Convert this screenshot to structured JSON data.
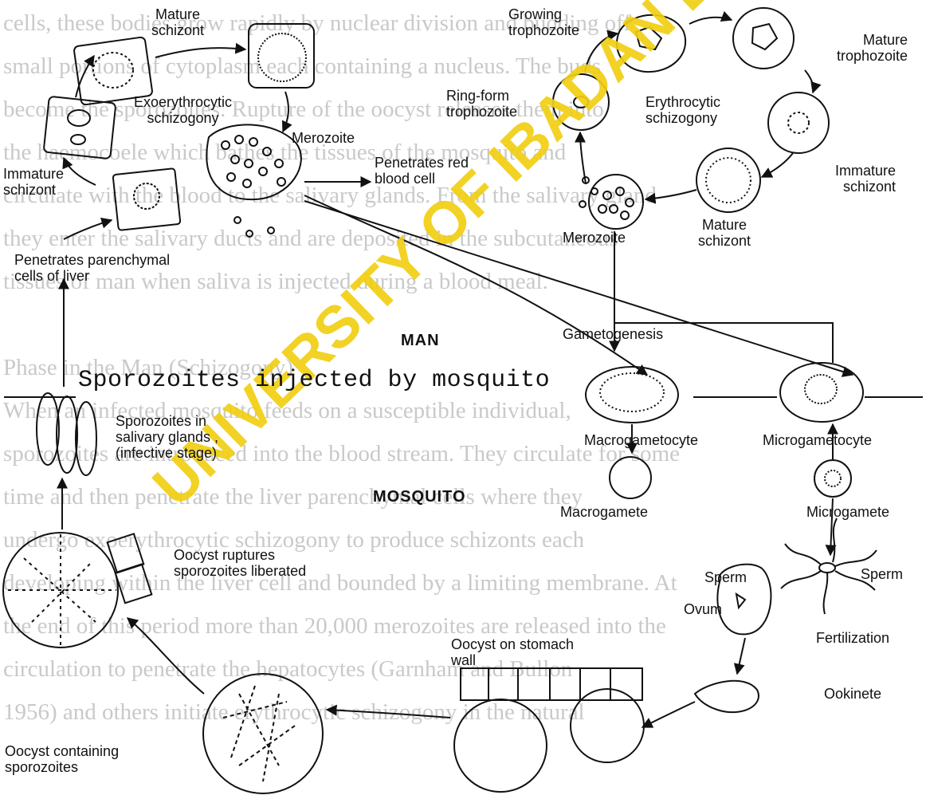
{
  "background_lines": [
    "cells, these bodies grow rapidly by nuclear division and budding off",
    "small portions of cytoplasm each containing a nucleus. The buds",
    "become the sporozoites. Rupture of the oocyst releases them into",
    "the haemocoele which bathes the tissues of the mosquito and",
    "circulate with the blood to the salivary glands. From the salivary gland",
    "they enter the salivary ducts and are deposited in the subcutaneous",
    "tissues of man when saliva is injected during a blood meal.",
    "",
    "Phase in the Man (Schizogony)",
    "When an infected mosquito feeds on a susceptible individual,",
    "sporozoites are introduced into the blood stream. They circulate for some",
    "time and then penetrate the liver parenchymal cells where they",
    "undergo exoerythrocytic schizogony to produce schizonts each",
    "developing within the liver cell and bounded by a limiting membrane. At",
    "the end of this period more than 20,000 merozoites are released into the",
    "circulation to penetrate the hepatocytes (Garnham and Bullon",
    "1956) and others initiate erythrocytic schizogony in the natural"
  ],
  "watermark": "UNIVERSITY OF IBADAN LIBRARY",
  "regions": {
    "man": "MAN",
    "mosquito": "MOSQUITO"
  },
  "divider_text": "Sporozoites injected by mosquito",
  "labels": {
    "mature_schizont_top": "Mature\nschizont",
    "exoerythrocytic": "Exoerythrocytic\nschizogony",
    "merozoite_left": "Merozoite",
    "immature_schizont_left": "Immature\nschizont",
    "penetrates_red": "Penetrates red\nblood cell",
    "penetrates_liver": "Penetrates parenchymal\ncells of liver",
    "growing_troph": "Growing\ntrophozoite",
    "ring_form": "Ring-form\ntrophozoite",
    "erythrocytic": "Erythrocytic\nschizogony",
    "mature_troph": "Mature\ntrophozoite",
    "immature_schizont_right": "Immature\nschizont",
    "merozoite_right": "Merozoite",
    "mature_schizont_right": "Mature\nschizont",
    "gametogenesis": "Gametogenesis",
    "sporozoites_salivary": "Sporozoites in\nsalivary glands ,\n(infective stage)",
    "macrogametocyte": "Macrogametocyte",
    "microgametocyte": "Microgametocyte",
    "macrogamete": "Macrogamete",
    "microgamete": "Microgamete",
    "oocyst_ruptures": "Oocyst ruptures\nsporozoites liberated",
    "sperm_left": "Sperm",
    "sperm_right": "Sperm",
    "ovum": "Ovum",
    "fertilization": "Fertilization",
    "ookinete": "Ookinete",
    "oocyst_stomach": "Oocyst on stomach\nwall",
    "oocyst_containing": "Oocyst containing\nsporozoites"
  },
  "colors": {
    "watermark": "#f1cf13",
    "ink": "#111111",
    "background_text": "#c9c9c9"
  }
}
